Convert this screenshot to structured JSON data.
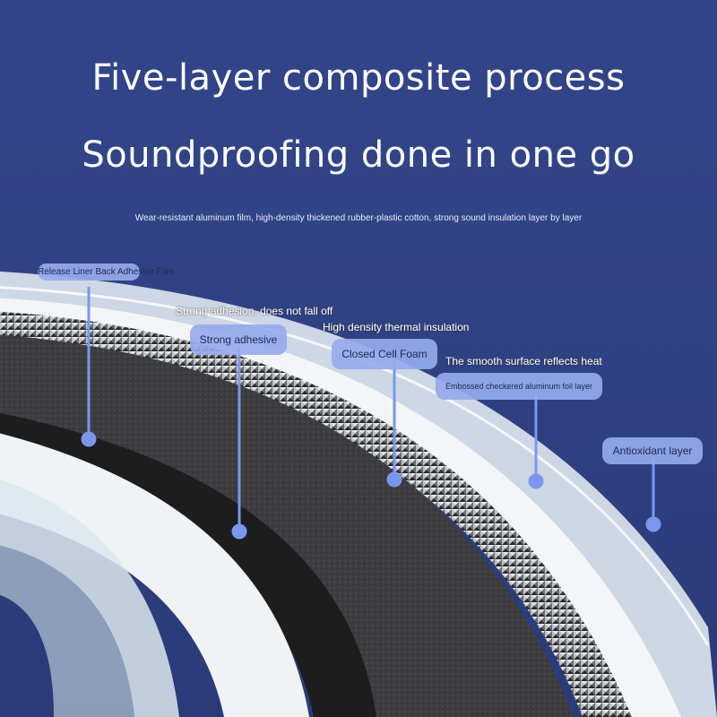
{
  "heading": {
    "line1": "Five-layer composite process",
    "line2": "Soundproofing done in one go",
    "subtitle": "Wear-resistant aluminum film, high-density thickened rubber-plastic cotton, strong sound insulation layer by layer"
  },
  "labels": {
    "release_liner": "Release Liner Back Adhesive Film",
    "strong_adhesion_caption": "Strong adhesion, does not fall off",
    "strong_adhesive": "Strong adhesive",
    "thermal_caption": "High density thermal insulation",
    "closed_cell_foam": "Closed Cell Foam",
    "reflect_caption": "The smooth surface reflects heat",
    "aluminum_foil": "Embossed checkered aluminum foil layer",
    "antioxidant": "Antioxidant layer"
  },
  "colors": {
    "background": "#2e3f7c",
    "tag_fill": "#96aaeb",
    "pointer": "#7a97f0",
    "foam": "#3c3c3e",
    "white_layer": "#f2f2f2",
    "film": "#dfe8f0"
  }
}
